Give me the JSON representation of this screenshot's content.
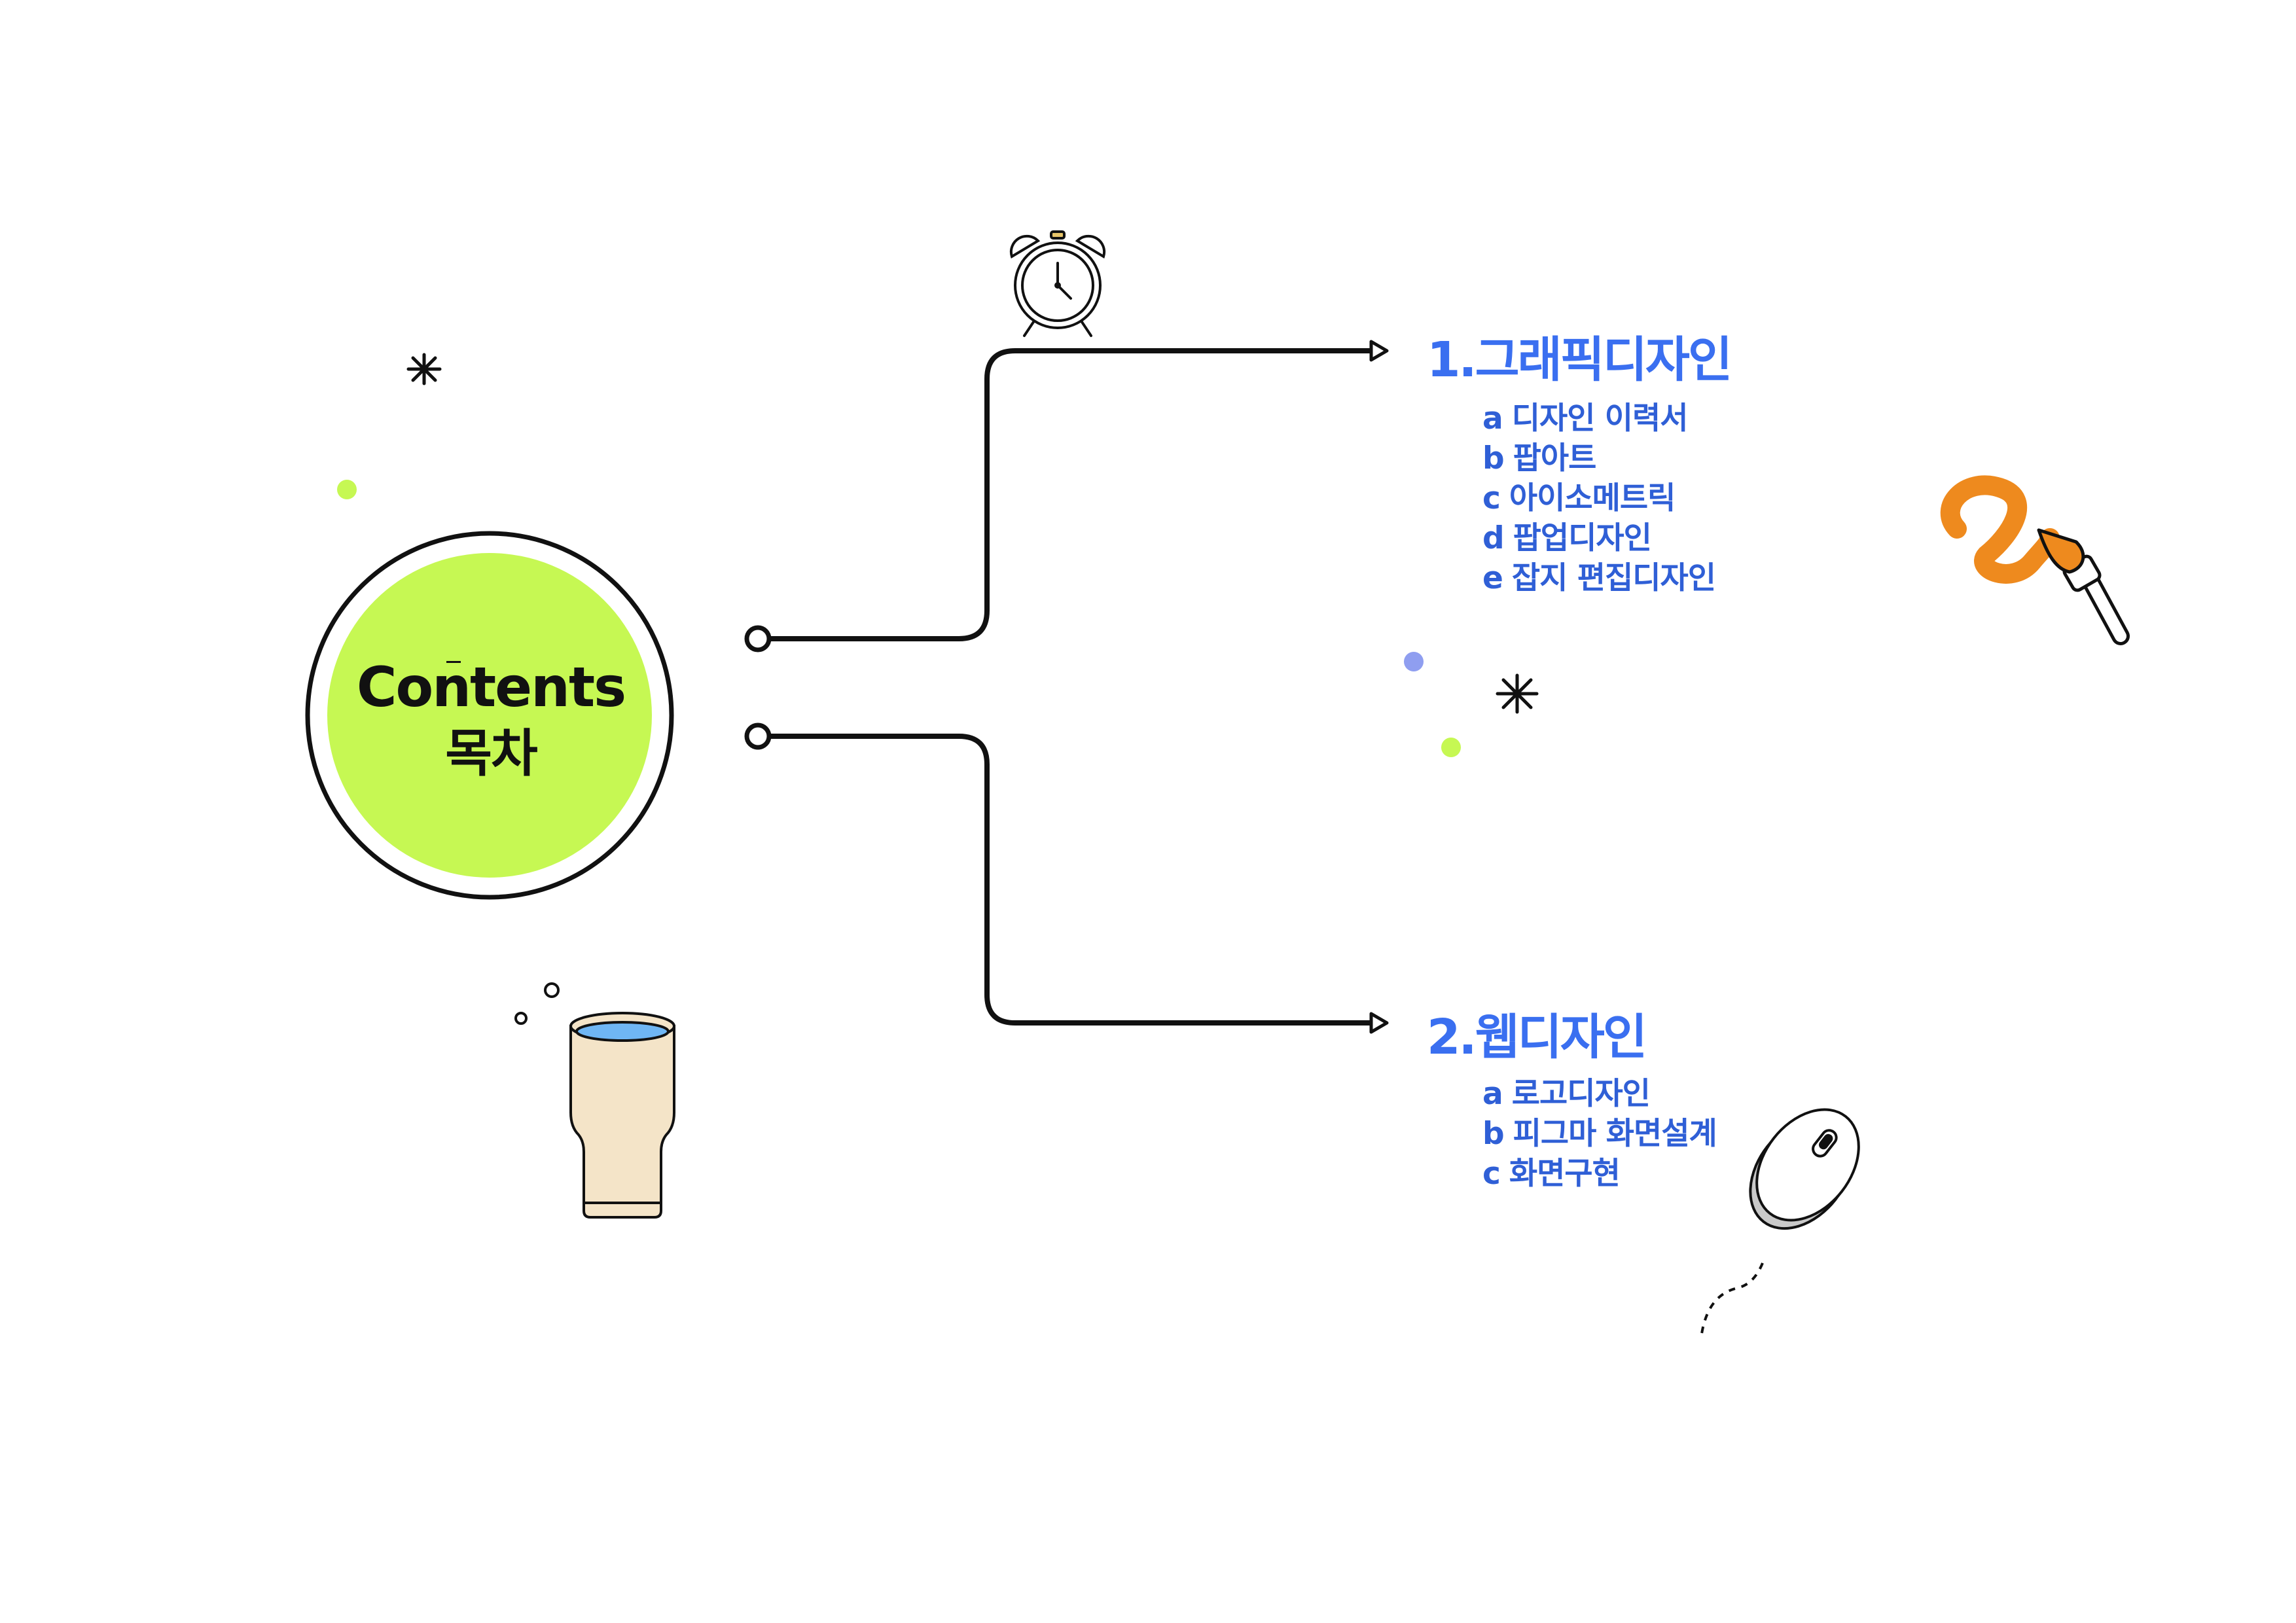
{
  "hub": {
    "title_en": "Contents",
    "title_ko": "목차"
  },
  "sections": [
    {
      "title": "1.그래픽디자인",
      "items": [
        {
          "letter": "a",
          "label": "디자인 이력서"
        },
        {
          "letter": "b",
          "label": "팝아트"
        },
        {
          "letter": "c",
          "label": "아이소메트릭"
        },
        {
          "letter": "d",
          "label": "팝업디자인"
        },
        {
          "letter": "e",
          "label": "잡지 편집디자인"
        }
      ]
    },
    {
      "title": "2.웹디자인",
      "items": [
        {
          "letter": "a",
          "label": "로고디자인"
        },
        {
          "letter": "b",
          "label": "피그마 화면설계"
        },
        {
          "letter": "c",
          "label": "화면구현"
        }
      ]
    }
  ],
  "colors": {
    "hub_fill": "#c6f853",
    "heading_blue": "#3a6ff0",
    "item_blue": "#2f5fd6",
    "line": "#111111",
    "brush_orange": "#ee8a1e",
    "cup_fill": "#f4e4c8",
    "water_blue": "#6fb6f4",
    "dot_purple": "#8f9ef0"
  },
  "decorations": [
    "alarm-clock-icon",
    "sparkle-icon",
    "paintbrush-icon",
    "cup-icon",
    "computer-mouse-icon"
  ]
}
